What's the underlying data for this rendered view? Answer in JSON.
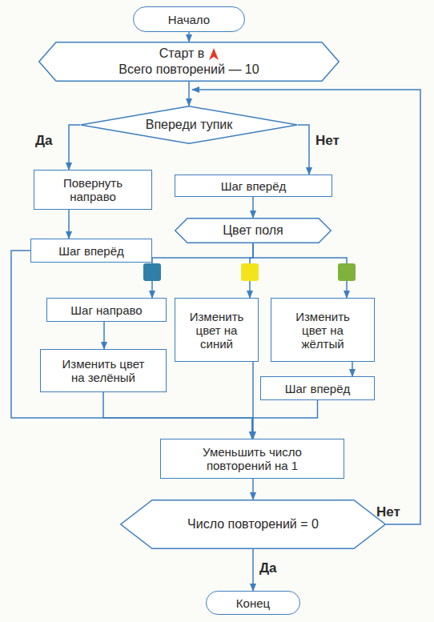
{
  "diagram": {
    "nodes": [
      {
        "text": [
          "Начало"
        ]
      },
      {
        "text": [
          "Старт в",
          "Всего повторений — 10"
        ]
      },
      {
        "text": [
          "Впереди тупик"
        ]
      },
      {
        "text": [
          "Повернуть направо"
        ]
      },
      {
        "text": [
          "Шаг вперёд"
        ]
      },
      {
        "text": [
          "Шаг вперёд"
        ]
      },
      {
        "text": [
          "Цвет поля"
        ]
      },
      {
        "text": [
          "Шаг направо"
        ]
      },
      {
        "text": [
          "Изменить цвет на зелёный"
        ]
      },
      {
        "text": [
          "Изменить цвет на синий"
        ]
      },
      {
        "text": [
          "Изменить цвет на жёлтый"
        ]
      },
      {
        "text": [
          "Шаг вперёд"
        ]
      },
      {
        "text": [
          "Уменьшить число повторений на 1"
        ]
      },
      {
        "text": [
          "Число повторений = 0"
        ]
      },
      {
        "text": [
          "Конец"
        ]
      }
    ],
    "edges": [
      {
        "from": 0,
        "to": 1,
        "arrow": "to"
      },
      {
        "from": 1,
        "to": 2,
        "arrow": "to"
      },
      {
        "from": 2,
        "to": 3,
        "label": "Да",
        "arrow": "to"
      },
      {
        "from": 2,
        "to": 4,
        "label": "Нет",
        "arrow": "to"
      },
      {
        "from": 3,
        "to": 5,
        "arrow": "to"
      },
      {
        "from": 4,
        "to": 6,
        "arrow": "to"
      },
      {
        "from": 6,
        "to": 7,
        "arrow": "to"
      },
      {
        "from": 6,
        "to": 9,
        "arrow": "to"
      },
      {
        "from": 6,
        "to": 10,
        "arrow": "to"
      },
      {
        "from": 7,
        "to": 8,
        "arrow": "to"
      },
      {
        "from": 10,
        "to": 11,
        "arrow": "to"
      },
      {
        "from": 5,
        "to": 12,
        "arrow": "to"
      },
      {
        "from": 8,
        "to": 12,
        "arrow": "to"
      },
      {
        "from": 9,
        "to": 12,
        "arrow": "to"
      },
      {
        "from": 11,
        "to": 12,
        "arrow": "to"
      },
      {
        "from": 12,
        "to": 13,
        "arrow": "to"
      },
      {
        "from": 13,
        "to": 14,
        "label": "Да",
        "arrow": "to"
      },
      {
        "from": 13,
        "to": 2,
        "label": "Нет",
        "arrow": "to"
      }
    ]
  }
}
